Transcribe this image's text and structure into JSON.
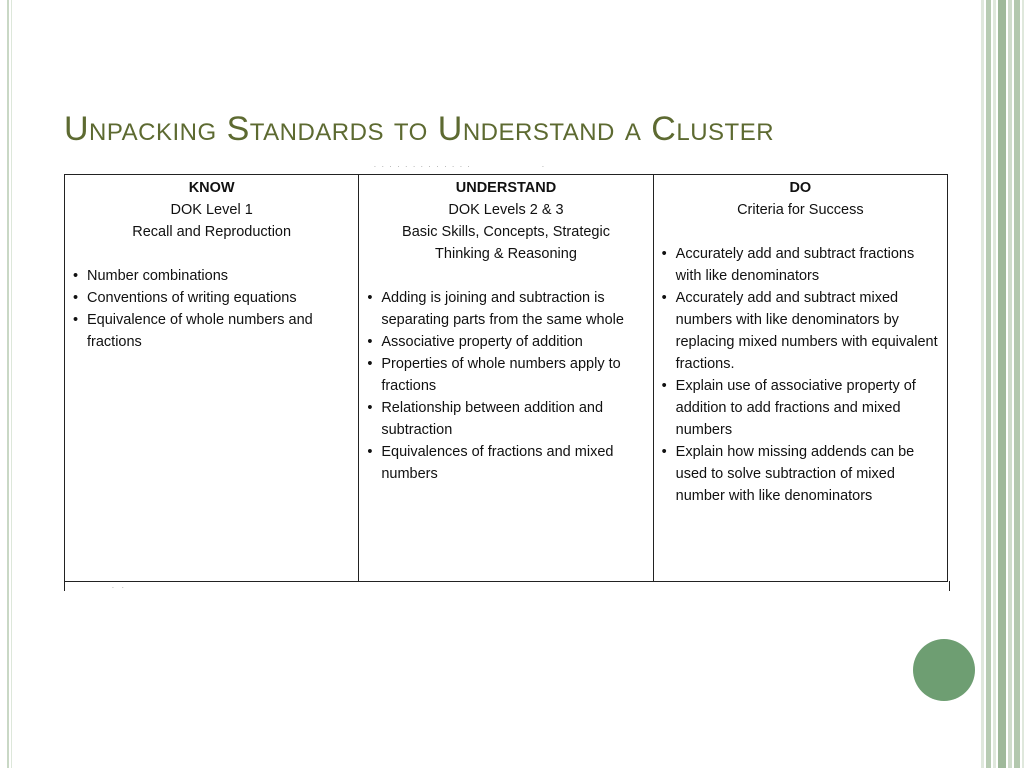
{
  "title": "Unpacking Standards to Understand a Cluster",
  "columns": [
    {
      "header": "KNOW",
      "subtitles": [
        "DOK Level 1",
        "Recall and Reproduction"
      ],
      "items": [
        "Number combinations",
        "Conventions of writing equations",
        "Equivalence of whole numbers and fractions"
      ]
    },
    {
      "header": "UNDERSTAND",
      "subtitles": [
        "DOK Levels 2 & 3",
        "Basic Skills, Concepts, Strategic Thinking & Reasoning"
      ],
      "items": [
        "Adding is joining and subtraction is separating parts from the same whole",
        "Associative property of addition",
        "Properties of whole numbers apply to fractions",
        "Relationship between addition and subtraction",
        "Equivalences of fractions and mixed numbers"
      ]
    },
    {
      "header": "DO",
      "subtitles": [
        "Criteria for Success"
      ],
      "items": [
        "Accurately add and subtract fractions with like denominators",
        "Accurately add and subtract mixed numbers with like denominators by replacing mixed numbers with equivalent fractions.",
        "Explain use of associative property of addition to add fractions and mixed numbers",
        "Explain how missing addends can be used to solve subtraction of mixed number with like denominators"
      ]
    }
  ],
  "colors": {
    "title": "#5d6a31",
    "accent_circle": "#6e9e72",
    "stripe_light": "#cfdccb",
    "stripe_mid": "#b3c8ae",
    "stripe_dark": "#8fae8a"
  },
  "decor": {
    "circle_icon": "filled-circle-icon"
  }
}
